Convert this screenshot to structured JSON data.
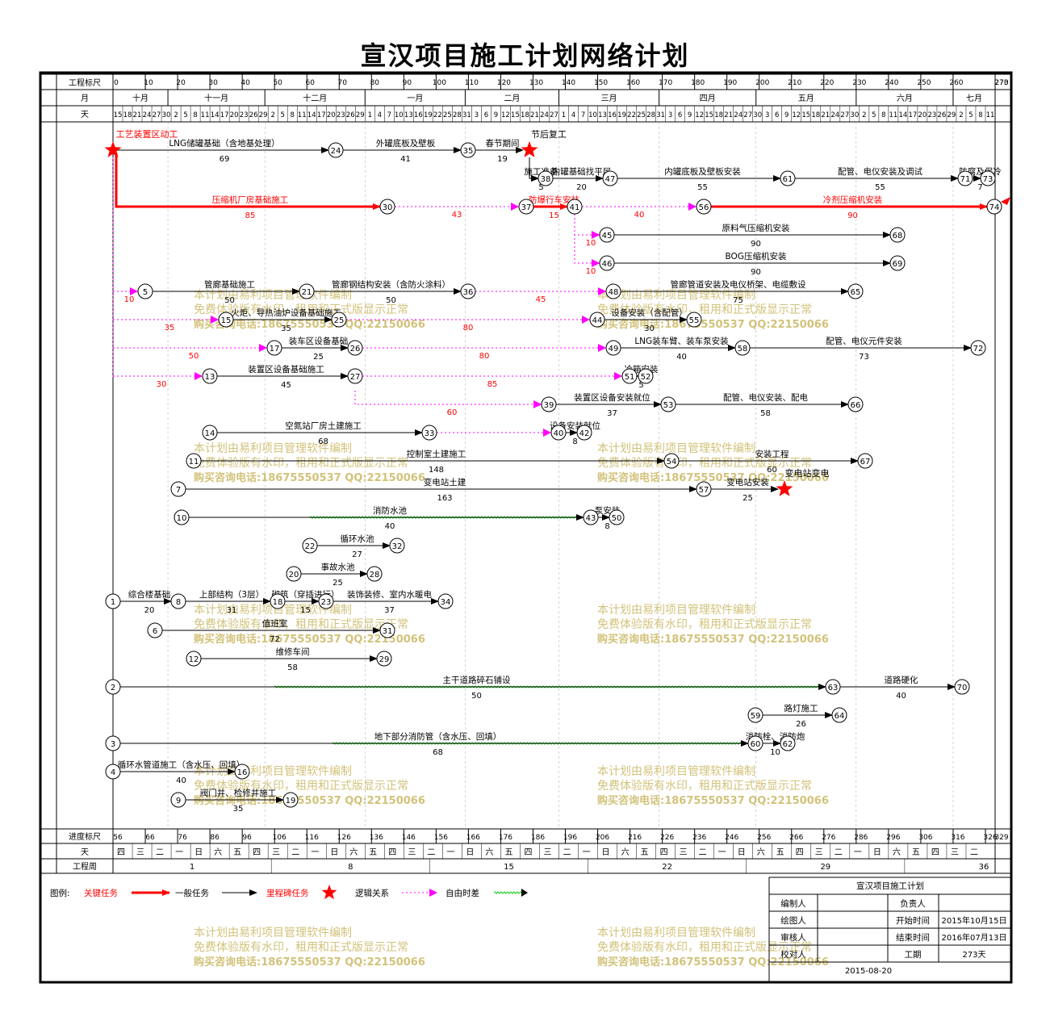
{
  "title": "宣汉项目施工计划网络计划",
  "scale": {
    "label": "工程标尺",
    "ticks": [
      "0",
      "10",
      "20",
      "30",
      "40",
      "50",
      "60",
      "70",
      "80",
      "90",
      "100",
      "110",
      "120",
      "130",
      "140",
      "150",
      "160",
      "170",
      "180",
      "190",
      "200",
      "210",
      "220",
      "230",
      "240",
      "250",
      "260",
      "270",
      "273"
    ]
  },
  "months": {
    "label": "月",
    "names": [
      "十月",
      "十一月",
      "十二月",
      "一月",
      "二月",
      "三月",
      "四月",
      "五月",
      "六月",
      "七月"
    ]
  },
  "days": {
    "label": "天",
    "values": [
      "15",
      "18",
      "21",
      "24",
      "27",
      "30",
      "2",
      "5",
      "8",
      "11",
      "14",
      "17",
      "20",
      "23",
      "26",
      "29",
      "2",
      "5",
      "8",
      "11",
      "14",
      "17",
      "20",
      "23",
      "26",
      "29",
      "1",
      "4",
      "7",
      "10",
      "13",
      "16",
      "19",
      "22",
      "25",
      "28",
      "31",
      "3",
      "6",
      "9",
      "12",
      "15",
      "18",
      "21",
      "24",
      "27",
      "1",
      "4",
      "7",
      "10",
      "13",
      "16",
      "19",
      "22",
      "25",
      "28",
      "31",
      "3",
      "6",
      "9",
      "12",
      "15",
      "18",
      "21",
      "24",
      "27",
      "30",
      "3",
      "6",
      "9",
      "12",
      "15",
      "18",
      "21",
      "24",
      "27",
      "30",
      "2",
      "5",
      "8",
      "11",
      "14",
      "17",
      "20",
      "23",
      "26",
      "29",
      "2",
      "5",
      "8",
      "11"
    ]
  },
  "progress_scale": {
    "label": "进度标尺",
    "ticks": [
      "56",
      "66",
      "76",
      "86",
      "96",
      "106",
      "116",
      "126",
      "136",
      "146",
      "156",
      "166",
      "176",
      "186",
      "196",
      "206",
      "216",
      "226",
      "236",
      "246",
      "256",
      "266",
      "276",
      "286",
      "296",
      "306",
      "316",
      "326",
      "329"
    ]
  },
  "weekdays": {
    "label": "天",
    "values": [
      "四",
      "三",
      "二",
      "一",
      "日",
      "六",
      "五",
      "四",
      "三",
      "二",
      "一",
      "日",
      "六",
      "五",
      "四",
      "三",
      "二",
      "一",
      "日",
      "六",
      "五",
      "四",
      "三",
      "二",
      "一",
      "日",
      "六",
      "五",
      "四",
      "三",
      "二",
      "一",
      "日",
      "六",
      "五",
      "四",
      "三",
      "二",
      "一",
      "日",
      "六",
      "五",
      "四",
      "三",
      "二"
    ]
  },
  "weeks": {
    "label": "工程周",
    "values": [
      "1",
      "8",
      "15",
      "22",
      "29",
      "36"
    ]
  },
  "nodes": [
    {
      "id": "1"
    },
    {
      "id": "2"
    },
    {
      "id": "3"
    },
    {
      "id": "4"
    },
    {
      "id": "5"
    },
    {
      "id": "6"
    },
    {
      "id": "7"
    },
    {
      "id": "8"
    },
    {
      "id": "9"
    },
    {
      "id": "10"
    },
    {
      "id": "11"
    },
    {
      "id": "12"
    },
    {
      "id": "13"
    },
    {
      "id": "14"
    },
    {
      "id": "15"
    },
    {
      "id": "16"
    },
    {
      "id": "17"
    },
    {
      "id": "18"
    },
    {
      "id": "19"
    },
    {
      "id": "20"
    },
    {
      "id": "21"
    },
    {
      "id": "22"
    },
    {
      "id": "23"
    },
    {
      "id": "24"
    },
    {
      "id": "25"
    },
    {
      "id": "26"
    },
    {
      "id": "27"
    },
    {
      "id": "28"
    },
    {
      "id": "29"
    },
    {
      "id": "30"
    },
    {
      "id": "31"
    },
    {
      "id": "32"
    },
    {
      "id": "33"
    },
    {
      "id": "34"
    },
    {
      "id": "35"
    },
    {
      "id": "36"
    },
    {
      "id": "37"
    },
    {
      "id": "38"
    },
    {
      "id": "39"
    },
    {
      "id": "40"
    },
    {
      "id": "41"
    },
    {
      "id": "42"
    },
    {
      "id": "43"
    },
    {
      "id": "44"
    },
    {
      "id": "45"
    },
    {
      "id": "46"
    },
    {
      "id": "47"
    },
    {
      "id": "48"
    },
    {
      "id": "49"
    },
    {
      "id": "50"
    },
    {
      "id": "51"
    },
    {
      "id": "52"
    },
    {
      "id": "53"
    },
    {
      "id": "54"
    },
    {
      "id": "55"
    },
    {
      "id": "56"
    },
    {
      "id": "57"
    },
    {
      "id": "58"
    },
    {
      "id": "59"
    },
    {
      "id": "60"
    },
    {
      "id": "61"
    },
    {
      "id": "62"
    },
    {
      "id": "63"
    },
    {
      "id": "64"
    },
    {
      "id": "65"
    },
    {
      "id": "66"
    },
    {
      "id": "67"
    },
    {
      "id": "68"
    },
    {
      "id": "69"
    },
    {
      "id": "70"
    },
    {
      "id": "71"
    },
    {
      "id": "72"
    },
    {
      "id": "73"
    },
    {
      "id": "74"
    }
  ],
  "tasks": [
    {
      "from": "1",
      "to": "8",
      "name": "综合楼基础",
      "duration": "20",
      "type": "normal"
    },
    {
      "from": "8",
      "to": "18",
      "name": "上部结构（3层）",
      "duration": "31",
      "type": "normal"
    },
    {
      "from": "18",
      "to": "23",
      "name": "砌筑（穿插进行）",
      "duration": "15",
      "type": "normal"
    },
    {
      "from": "23",
      "to": "34",
      "name": "装饰装修、室内水暖电",
      "duration": "37",
      "type": "normal"
    },
    {
      "from": "2",
      "to": "63",
      "name": "主干道路碎石铺设",
      "duration": "50",
      "type": "normal"
    },
    {
      "from": "63",
      "to": "70",
      "name": "道路硬化",
      "duration": "40",
      "type": "normal"
    },
    {
      "from": "3",
      "to": "60",
      "name": "地下部分消防管（含水压、回填）",
      "duration": "68",
      "type": "normal"
    },
    {
      "from": "60",
      "to": "62",
      "name": "消防栓、消防炮",
      "duration": "10",
      "type": "normal"
    },
    {
      "from": "59",
      "to": "64",
      "name": "路灯施工",
      "duration": "26",
      "type": "normal"
    },
    {
      "from": "4",
      "to": "16",
      "name": "循环水管道施工（含水压、回填）",
      "duration": "40",
      "type": "normal"
    },
    {
      "from": "9",
      "to": "19",
      "name": "阀门井、检修井施工",
      "duration": "35",
      "type": "normal"
    },
    {
      "from": "6",
      "to": "31",
      "name": "值班室",
      "duration": "72",
      "type": "normal"
    },
    {
      "from": "12",
      "to": "29",
      "name": "维修车间",
      "duration": "58",
      "type": "normal"
    },
    {
      "from": "22",
      "to": "32",
      "name": "循环水池",
      "duration": "27",
      "type": "normal"
    },
    {
      "from": "20",
      "to": "28",
      "name": "事故水池",
      "duration": "25",
      "type": "normal"
    },
    {
      "from": "10",
      "to": "43",
      "name": "消防水池",
      "duration": "40",
      "type": "normal"
    },
    {
      "from": "43",
      "to": "50",
      "name": "泵安装",
      "duration": "8",
      "type": "normal"
    },
    {
      "from": "7",
      "to": "57",
      "name": "变电站土建",
      "duration": "163",
      "type": "normal"
    },
    {
      "from": "57",
      "to": "M2",
      "name": "变电站安装",
      "duration": "25",
      "type": "normal"
    },
    {
      "from": "11",
      "to": "54",
      "name": "控制室土建施工",
      "duration": "148",
      "type": "normal"
    },
    {
      "from": "54",
      "to": "67",
      "name": "安装工程",
      "duration": "60",
      "type": "normal"
    },
    {
      "from": "14",
      "to": "33",
      "name": "空氮站厂房土建施工",
      "duration": "68",
      "type": "normal"
    },
    {
      "from": "40",
      "to": "42",
      "name": "设备安装就位",
      "duration": "8",
      "type": "normal"
    },
    {
      "from": "39",
      "to": "53",
      "name": "装置区设备安装就位",
      "duration": "37",
      "type": "normal"
    },
    {
      "from": "53",
      "to": "66",
      "name": "配管、电仪安装、配电",
      "duration": "58",
      "type": "normal"
    },
    {
      "from": "13",
      "to": "27",
      "name": "装置区设备基础施工",
      "duration": "45",
      "type": "normal"
    },
    {
      "from": "51",
      "to": "52",
      "name": "冷箱安装",
      "duration": "5",
      "type": "normal"
    },
    {
      "from": "17",
      "to": "26",
      "name": "装车区设备基础",
      "duration": "25",
      "type": "normal"
    },
    {
      "from": "49",
      "to": "58",
      "name": "LNG装车臂、装车泵安装",
      "duration": "40",
      "type": "normal"
    },
    {
      "from": "58",
      "to": "72",
      "name": "配管、电仪元件安装",
      "duration": "73",
      "type": "normal"
    },
    {
      "from": "15",
      "to": "25",
      "name": "火炬、导热油炉设备基础施工",
      "duration": "35",
      "type": "normal"
    },
    {
      "from": "44",
      "to": "55",
      "name": "设备安装（含配管）",
      "duration": "30",
      "type": "normal"
    },
    {
      "from": "5",
      "to": "21",
      "name": "管廊基础施工",
      "duration": "50",
      "type": "normal"
    },
    {
      "from": "21",
      "to": "36",
      "name": "管廊钢结构安装（含防火涂料）",
      "duration": "50",
      "type": "normal"
    },
    {
      "from": "48",
      "to": "65",
      "name": "管廊管道安装及电仪桥架、电缆敷设",
      "duration": "75",
      "type": "normal"
    },
    {
      "from": "46",
      "to": "69",
      "name": "BOG压缩机安装",
      "duration": "90",
      "type": "normal"
    },
    {
      "from": "45",
      "to": "68",
      "name": "原料气压缩机安装",
      "duration": "90",
      "type": "normal"
    },
    {
      "from": "S",
      "to": "30",
      "name": "压缩机厂房基础施工",
      "duration": "85",
      "type": "critical"
    },
    {
      "from": "37",
      "to": "41",
      "name": "防爆行车安装",
      "duration": "15",
      "type": "critical"
    },
    {
      "from": "56",
      "to": "74",
      "name": "冷剂压缩机安装",
      "duration": "90",
      "type": "critical"
    },
    {
      "from": "S",
      "to": "24",
      "name": "LNG储罐基础（含地基处理）",
      "duration": "69",
      "type": "normal"
    },
    {
      "from": "24",
      "to": "35",
      "name": "外罐底板及壁板",
      "duration": "41",
      "type": "normal"
    },
    {
      "from": "35",
      "to": "M1",
      "name": "春节期间",
      "duration": "19",
      "type": "normal"
    },
    {
      "from": "M1",
      "to": "38",
      "name": "施工准备",
      "duration": "5",
      "type": "normal"
    },
    {
      "from": "38",
      "to": "47",
      "name": "内罐基础找平层",
      "duration": "20",
      "type": "normal"
    },
    {
      "from": "47",
      "to": "61",
      "name": "内罐底板及壁板安装",
      "duration": "55",
      "type": "normal"
    },
    {
      "from": "61",
      "to": "71",
      "name": "配管、电仪安装及调试",
      "duration": "55",
      "type": "normal"
    },
    {
      "from": "71",
      "to": "73",
      "name": "防腐及保冷",
      "duration": "7",
      "type": "normal"
    }
  ],
  "logic_labels": [
    "10",
    "35",
    "50",
    "30",
    "43",
    "40",
    "10",
    "10",
    "45",
    "80",
    "80",
    "85",
    "60"
  ],
  "milestones": [
    {
      "name": "工艺装置区动工"
    },
    {
      "name": "节后复工"
    },
    {
      "name": "变电站变电"
    }
  ],
  "watermark": {
    "line1": "本计划由易利项目管理软件编制",
    "line2": "免费体验版有水印，租用和正式版显示正常",
    "line3": "购买咨询电话:18675550537 QQ:22150066"
  },
  "legend": {
    "label": "图例:",
    "critical": "关键任务",
    "normal": "一般任务",
    "milestone": "里程碑任务",
    "logic": "逻辑关系",
    "float": "自由时差"
  },
  "info_box": {
    "title": "宣汉项目施工计划",
    "rows": [
      {
        "k1": "编制人",
        "v1": "",
        "k2": "负责人",
        "v2": ""
      },
      {
        "k1": "绘图人",
        "v1": "",
        "k2": "开始时间",
        "v2": "2015年10月15日"
      },
      {
        "k1": "审核人",
        "v1": "",
        "k2": "结束时间",
        "v2": "2016年07月13日"
      },
      {
        "k1": "校对人",
        "v1": "",
        "k2": "工期",
        "v2": "273天"
      }
    ],
    "date": "2015-08-20"
  },
  "colors": {
    "critical": "#ff0000",
    "normal": "#000000",
    "logic": "#ff00ff",
    "float": "#00cc00",
    "watermark": "#d2c27a"
  }
}
